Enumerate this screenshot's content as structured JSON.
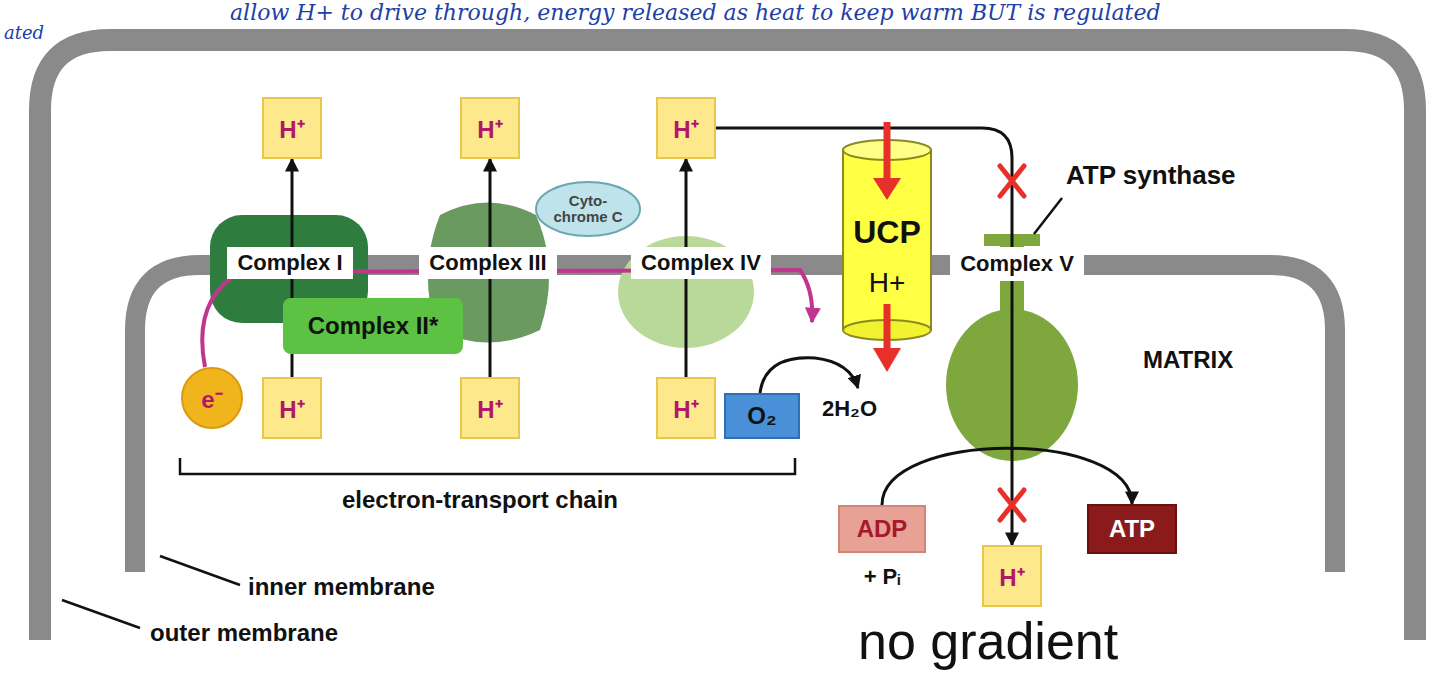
{
  "diagram": {
    "nodes": [
      {
        "text": [
          "H⁺"
        ]
      },
      {
        "text": [
          "H⁺"
        ]
      },
      {
        "text": [
          "H⁺"
        ]
      },
      {
        "text": [
          "Cyto- chrome C"
        ]
      },
      {
        "text": [
          "UCP",
          "H+"
        ]
      },
      {
        "text": [
          "Complex I"
        ]
      },
      {
        "text": [
          "Complex III"
        ]
      },
      {
        "text": [
          "Complex IV"
        ]
      },
      {
        "text": [
          "Complex V"
        ]
      },
      {
        "text": [
          "Complex II*"
        ]
      },
      {
        "text": [
          "e⁻"
        ]
      },
      {
        "text": [
          "H⁺"
        ]
      },
      {
        "text": [
          "H⁺"
        ]
      },
      {
        "text": [
          "H⁺"
        ]
      },
      {
        "text": [
          "O₂"
        ]
      },
      {
        "text": [
          "ADP"
        ]
      },
      {
        "text": [
          "ATP"
        ]
      },
      {
        "text": [
          "H⁺"
        ]
      }
    ],
    "edges": [
      {
        "from": 11,
        "to": 0,
        "arrow": "to"
      },
      {
        "from": 12,
        "to": 1,
        "arrow": "to"
      },
      {
        "from": 13,
        "to": 2,
        "arrow": "to"
      },
      {
        "from": 2,
        "to": 17,
        "arrow": "to"
      },
      {
        "from": 15,
        "to": 16,
        "arrow": "to"
      }
    ],
    "labels": [
      "allow H+ to drive through, energy released as heat to keep warm BUT is regulated",
      "ated",
      "ATP synthase",
      "MATRIX",
      "2H₂O",
      "electron-transport chain",
      "+ Pᵢ",
      "inner membrane",
      "outer membrane",
      "no gradient"
    ]
  }
}
